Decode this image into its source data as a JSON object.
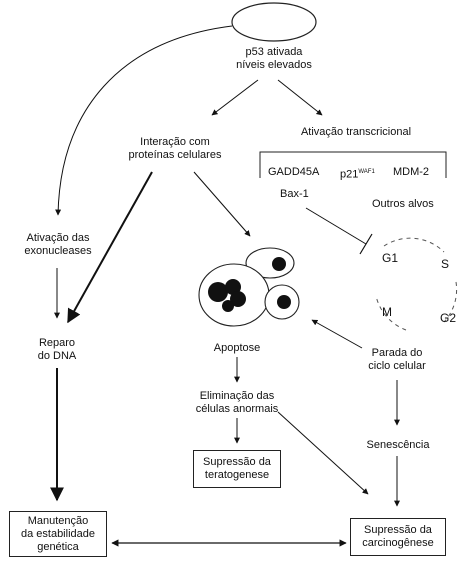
{
  "nodes": {
    "p53": [
      "p53 ativada",
      "níveis elevados"
    ],
    "interacao": [
      "Interação com",
      "proteínas celulares"
    ],
    "ativacao_transcricional": "Ativação transcricional",
    "gadd45a": "GADD45A",
    "p21": {
      "base": "p21",
      "sup": "WAF1"
    },
    "mdm2": "MDM-2",
    "bax1": "Bax-1",
    "outros_alvos": "Outros alvos",
    "exonucleases": [
      "Ativação das",
      "exonucleases"
    ],
    "reparo": [
      "Reparo",
      "do DNA"
    ],
    "apoptose": "Apoptose",
    "eliminacao": [
      "Eliminação das",
      "células anormais"
    ],
    "parada": [
      "Parada do",
      "ciclo celular"
    ],
    "senescencia": "Senescência",
    "teratogenese": [
      "Supressão da",
      "teratogenese"
    ],
    "manutencao": [
      "Manutenção",
      "da estabilidade",
      "genética"
    ],
    "carcinogenese": [
      "Supressão da",
      "carcinogênese"
    ]
  },
  "cell_cycle": {
    "g1": "G1",
    "s": "S",
    "g2": "G2",
    "m": "M"
  }
}
